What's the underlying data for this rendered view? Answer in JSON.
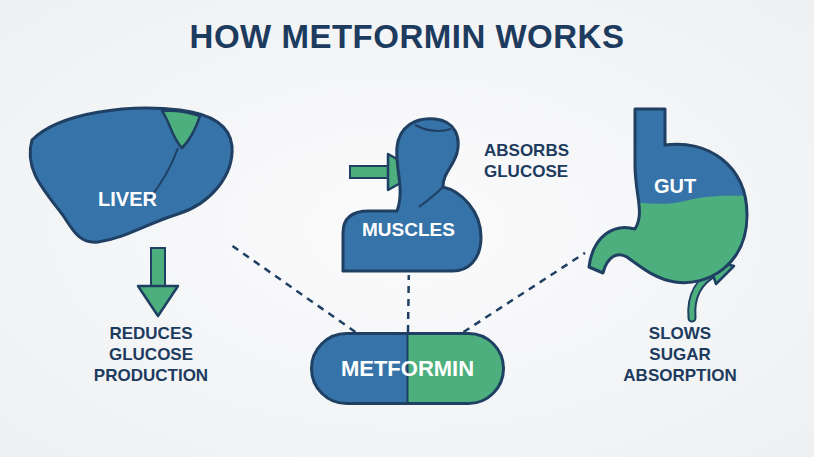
{
  "diagram": {
    "title": "HOW METFORMIN WORKS",
    "nodes": [
      {
        "text": [
          "LIVER"
        ]
      },
      {
        "text": [
          "MUSCLES"
        ]
      },
      {
        "text": [
          "GUT"
        ]
      },
      {
        "text": [
          "METFORMIN"
        ]
      }
    ],
    "edges": [
      {
        "from": 3,
        "to": 0,
        "arrow": "none"
      },
      {
        "from": 3,
        "to": 1,
        "arrow": "none"
      },
      {
        "from": 3,
        "to": 2,
        "arrow": "none"
      }
    ],
    "labels": [
      "ABSORBS GLUCOSE",
      "REDUCES GLUCOSE PRODUCTION",
      "SLOWS SUGAR ABSORPTION"
    ]
  }
}
